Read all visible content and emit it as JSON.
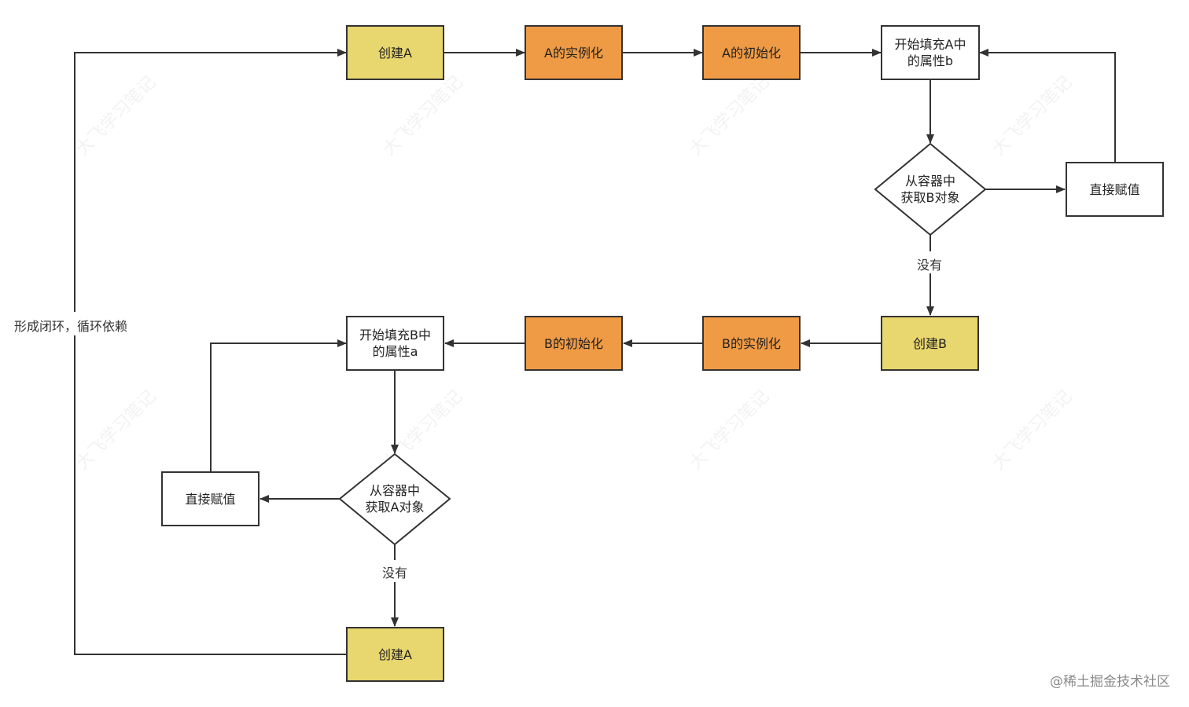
{
  "nodes": {
    "create_a_top": "创建A",
    "a_instantiate": "A的实例化",
    "a_init": "A的初始化",
    "fill_a_prop_b": "开始填充A中的属性b",
    "get_b_from_container": "从容器中获取B对象",
    "assign_direct_right": "直接赋值",
    "create_b": "创建B",
    "b_instantiate": "B的实例化",
    "b_init": "B的初始化",
    "fill_b_prop_a": "开始填充B中的属性a",
    "get_a_from_container": "从容器中获取A对象",
    "assign_direct_left": "直接赋值",
    "create_a_bottom": "创建A"
  },
  "fill_a_prop_b_lines": [
    "开始填充A中",
    "的属性b"
  ],
  "fill_b_prop_a_lines": [
    "开始填充B中",
    "的属性a"
  ],
  "get_b_lines": [
    "从容器中",
    "获取B对象"
  ],
  "get_a_lines": [
    "从容器中",
    "获取A对象"
  ],
  "edge_labels": {
    "no_b": "没有",
    "no_a": "没有",
    "cycle": "形成闭环，循环依赖"
  },
  "watermark": "大飞学习笔记",
  "credit": "@稀土掘金技术社区",
  "colors": {
    "create": "#e8d66e",
    "process": "#ef9a45",
    "default": "#ffffff",
    "stroke": "#333333"
  }
}
